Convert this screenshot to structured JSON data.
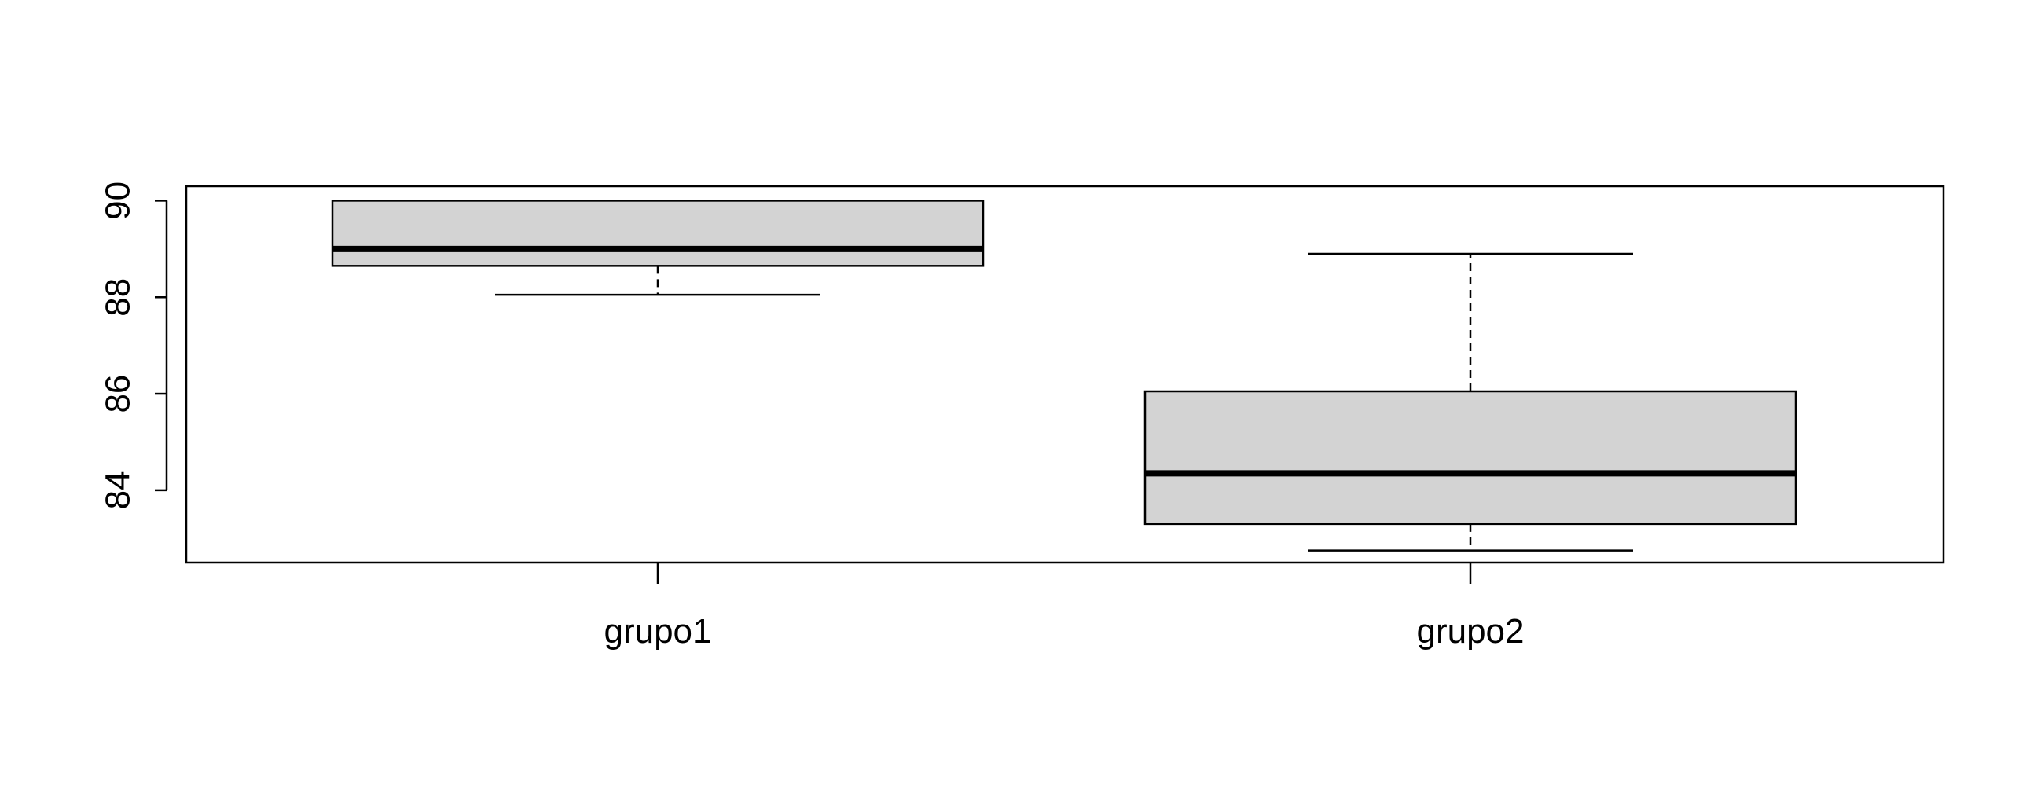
{
  "chart_data": {
    "type": "boxplot",
    "title": "",
    "xlabel": "",
    "ylabel": "",
    "ylim": [
      82.5,
      90.3
    ],
    "y_ticks": [
      84,
      86,
      88,
      90
    ],
    "categories": [
      "grupo1",
      "grupo2"
    ],
    "boxes": [
      {
        "category": "grupo1",
        "min": 88.05,
        "q1": 88.65,
        "median": 89.0,
        "q3": 90.0,
        "max": 90.0
      },
      {
        "category": "grupo2",
        "min": 82.75,
        "q1": 83.3,
        "median": 84.35,
        "q3": 86.05,
        "max": 88.9
      }
    ],
    "box_fill": "#d3d3d3",
    "line_color": "#000000",
    "grid": false
  }
}
